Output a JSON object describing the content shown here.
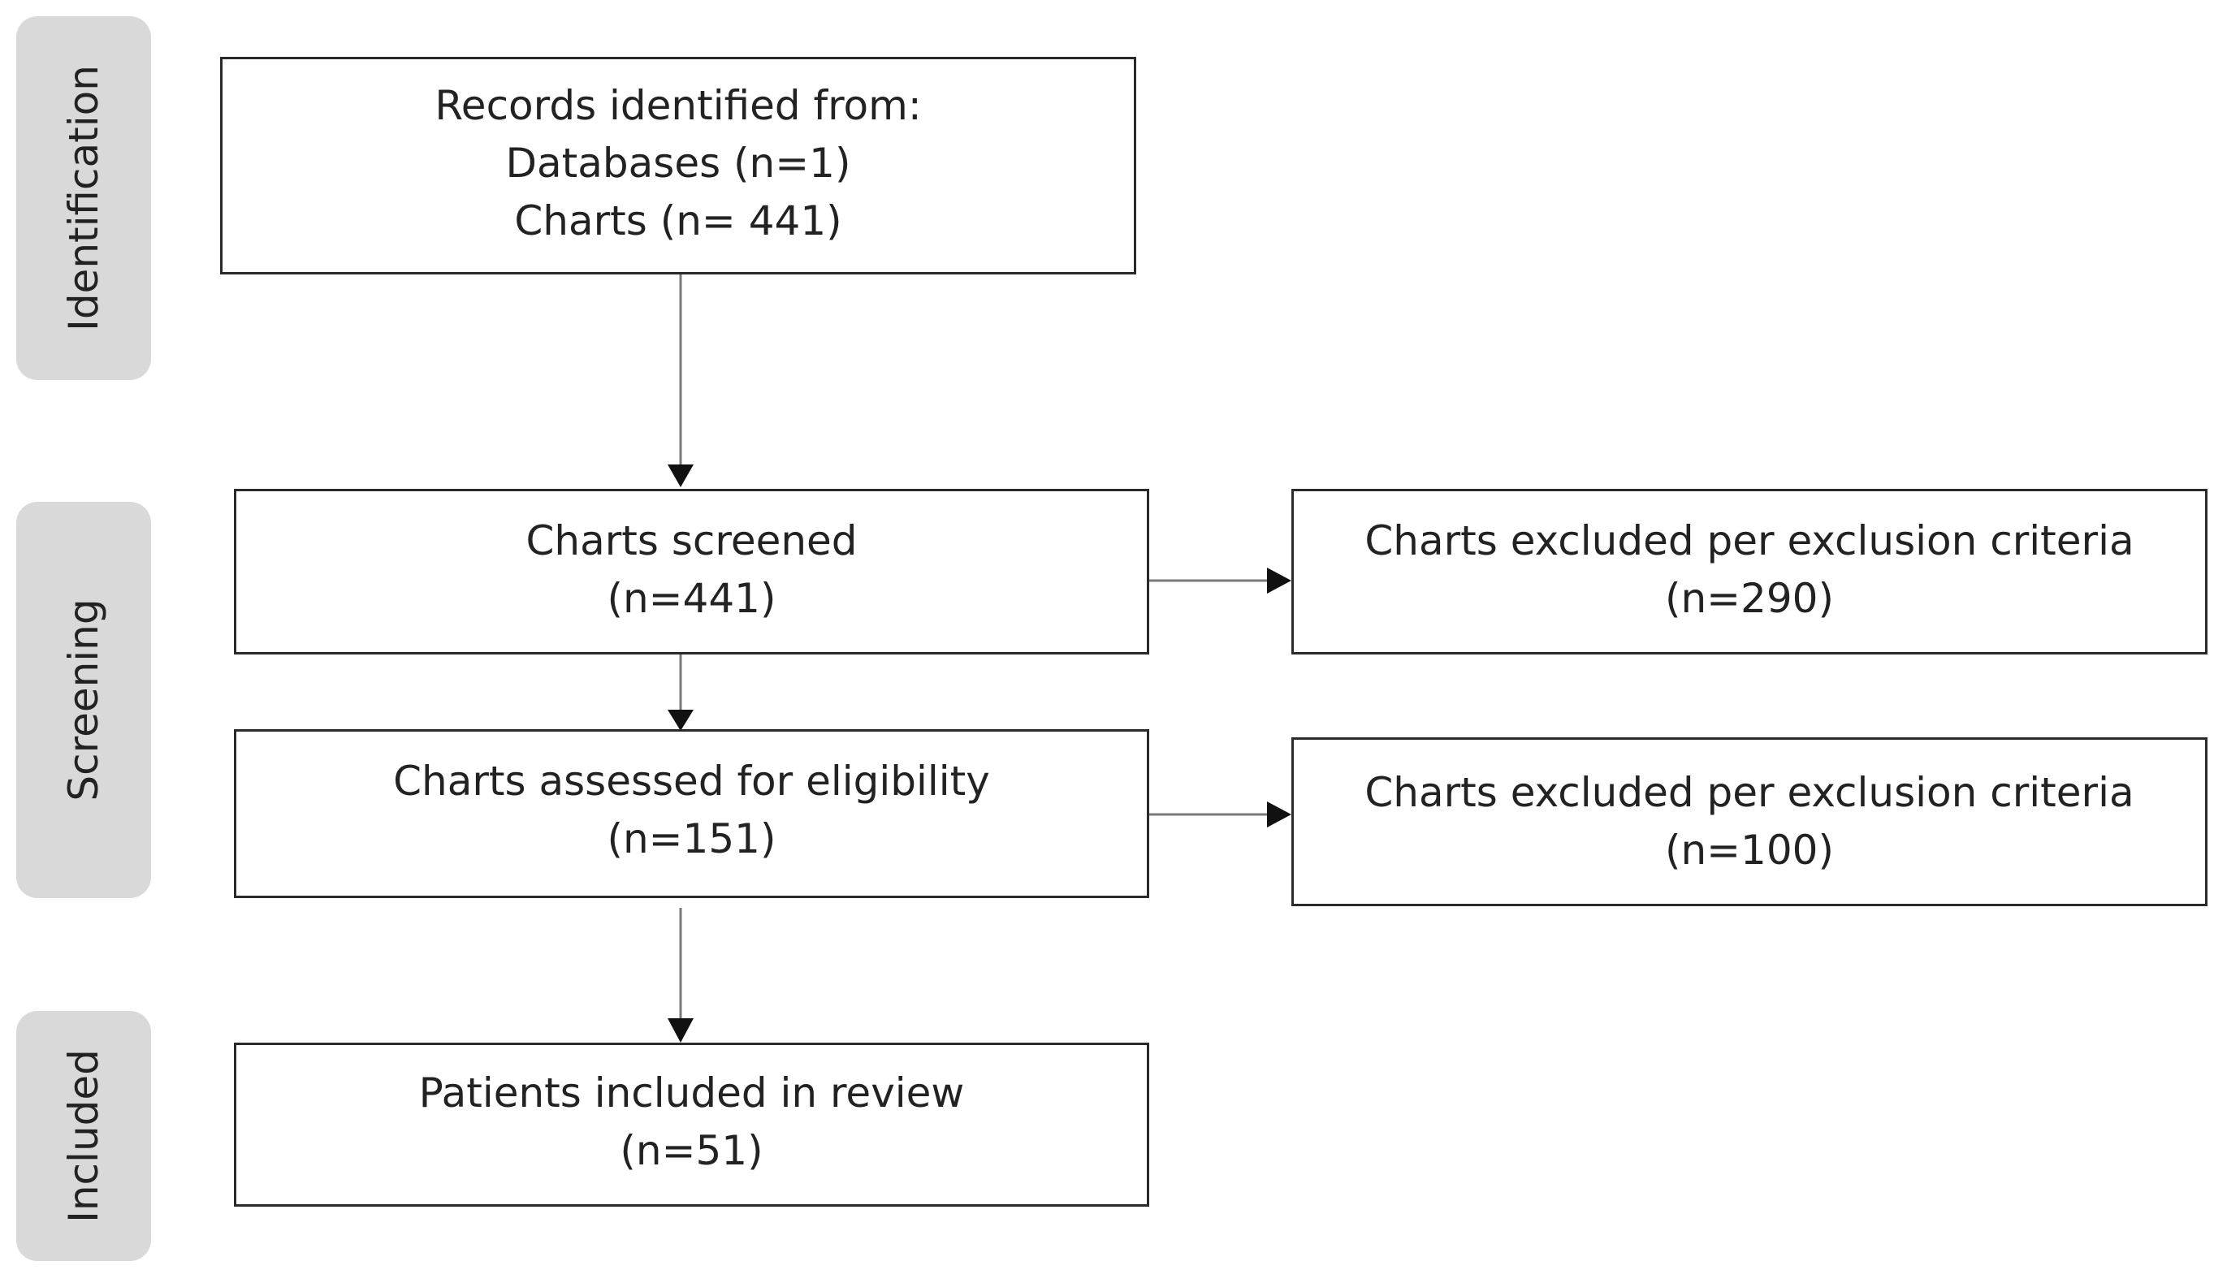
{
  "stages": {
    "identification": "Identification",
    "screening": "Screening",
    "included": "Included"
  },
  "boxes": {
    "records_identified": {
      "line1": "Records identified from:",
      "line2": "Databases (n=1)",
      "line3": "Charts (n= 441)"
    },
    "charts_screened": {
      "line1": "Charts screened",
      "line2": "(n=441)"
    },
    "excluded_screening": {
      "line1": "Charts excluded per exclusion criteria",
      "line2": "(n=290)"
    },
    "assessed_eligibility": {
      "line1": "Charts assessed for eligibility",
      "line2": "(n=151)"
    },
    "excluded_eligibility": {
      "line1": "Charts excluded per exclusion criteria",
      "line2": "(n=100)"
    },
    "patients_included": {
      "line1": "Patients included in review",
      "line2": "(n=51)"
    }
  },
  "colors": {
    "stage_fill": "#d9d9d9",
    "box_border": "#2a2a2a",
    "arrow": "#7a7a7a",
    "arrow_head": "#111111"
  }
}
